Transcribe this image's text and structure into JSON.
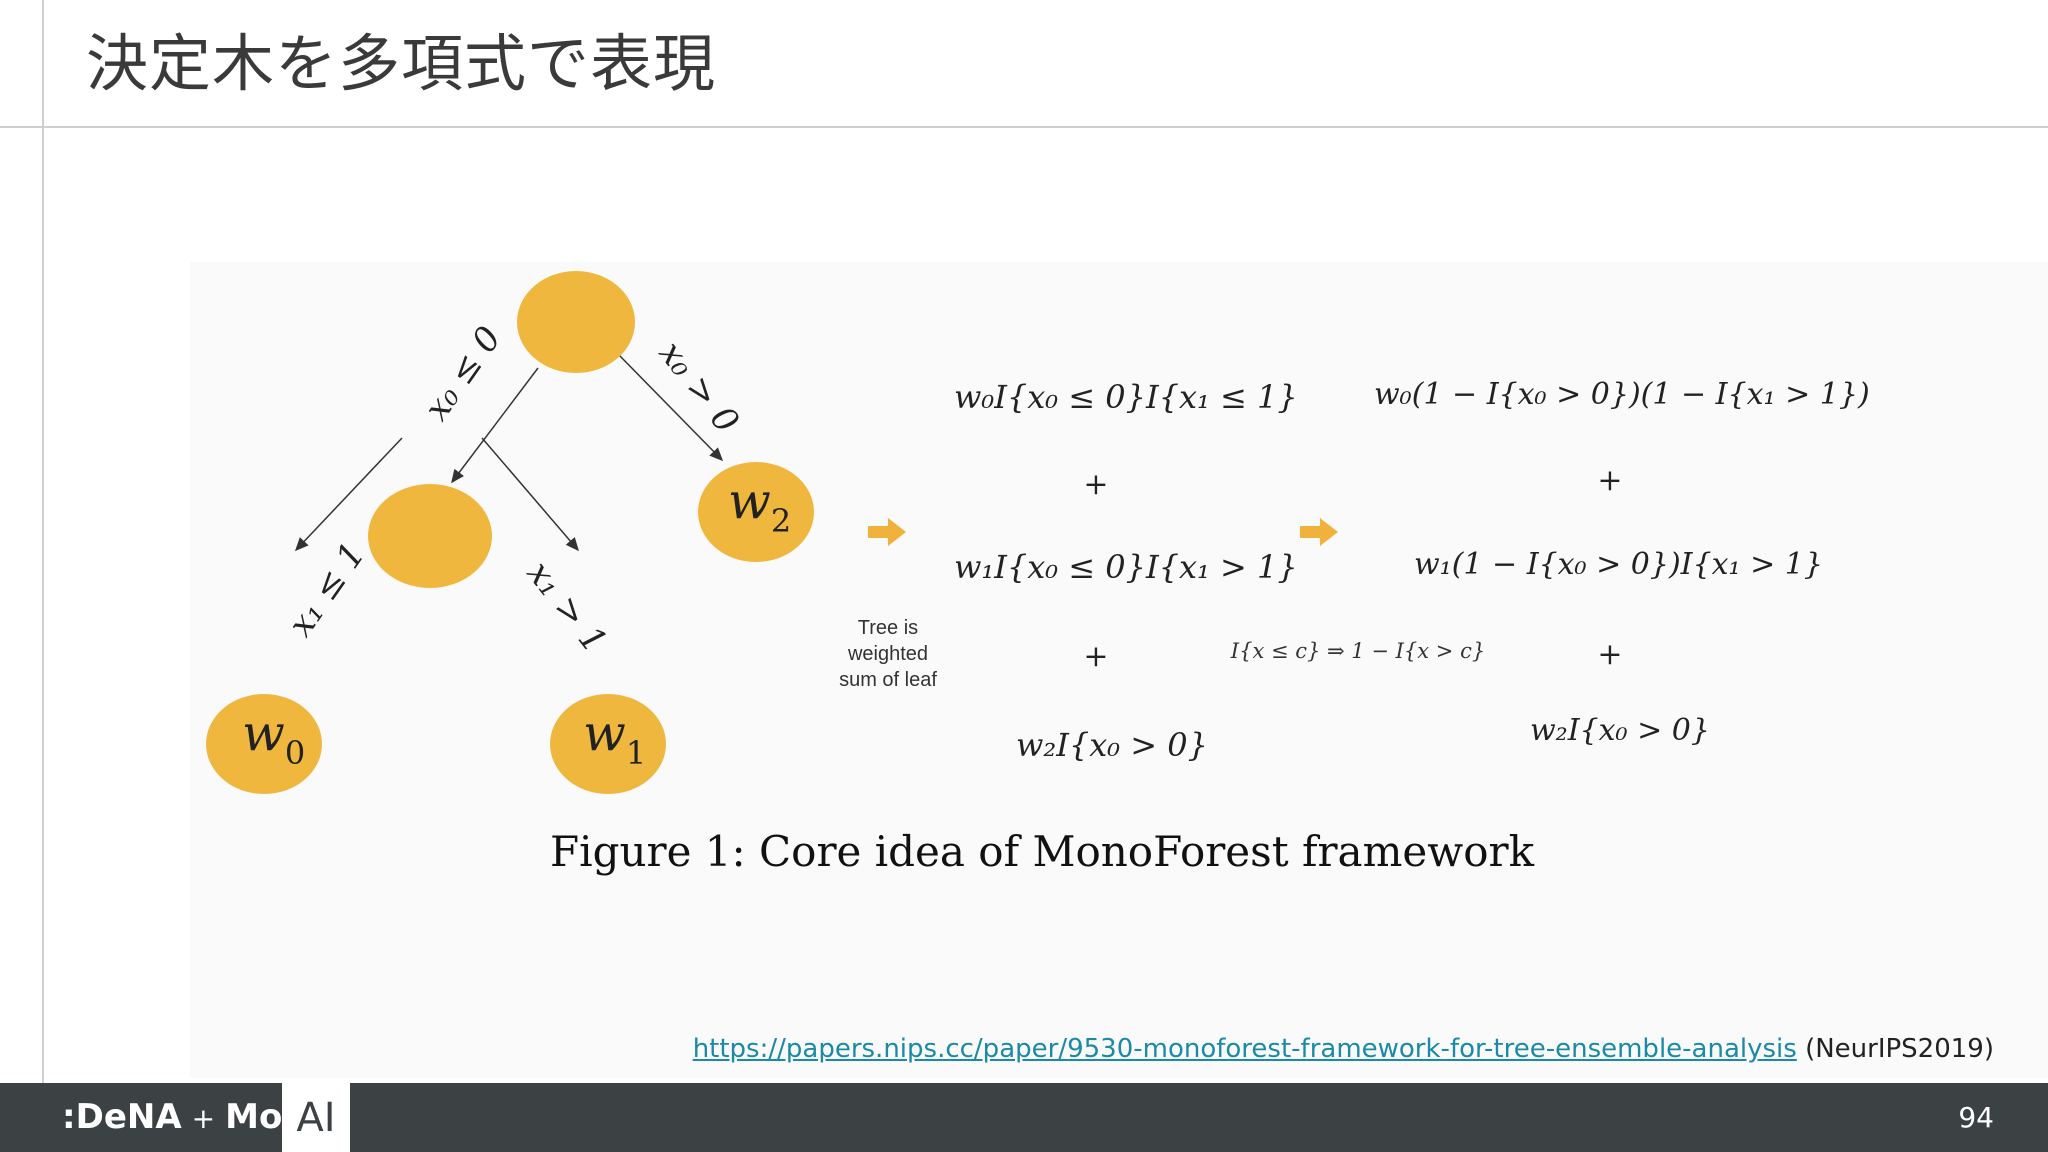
{
  "slide": {
    "title": "決定木を多項式で表現",
    "page_number": "94"
  },
  "figure": {
    "caption": "Figure 1: Core idea of MonoForest framework",
    "edges": {
      "root_left": "x₀ ≤ 0",
      "root_right": "x₀ > 0",
      "inner_left": "x₁ ≤ 1",
      "inner_right": "x₁ > 1"
    },
    "leaves": {
      "w0_base": "w",
      "w0_sub": "0",
      "w1_base": "w",
      "w1_sub": "1",
      "w2_base": "w",
      "w2_sub": "2"
    },
    "note_lines": [
      "Tree is",
      "weighted",
      "sum of leaf"
    ],
    "sum_terms": [
      "w₀I{x₀ ≤ 0}I{x₁ ≤ 1}",
      "w₁I{x₀ ≤ 0}I{x₁ > 1}",
      "w₂I{x₀ > 0}"
    ],
    "plus": "+",
    "identity": "I{x ≤ c} ⇒ 1 − I{x > c}",
    "poly_terms": [
      "w₀(1 − I{x₀ > 0})(1 − I{x₁ > 1})",
      "w₁(1 − I{x₀ > 0})I{x₁ > 1}",
      "w₂I{x₀ > 0}"
    ]
  },
  "source": {
    "url_text": "https://papers.nips.cc/paper/9530-monoforest-framework-for-tree-ensemble-analysis",
    "venue": "(NeurIPS2019)"
  },
  "footer": {
    "logo_left": ":DeNA",
    "logo_plus": "+",
    "logo_right": "MoT",
    "ai_label": "AI"
  },
  "colors": {
    "node": "#efb73e",
    "arrow": "#f0b23a",
    "footer_bg": "#3c4244",
    "link": "#1a8aa6"
  }
}
